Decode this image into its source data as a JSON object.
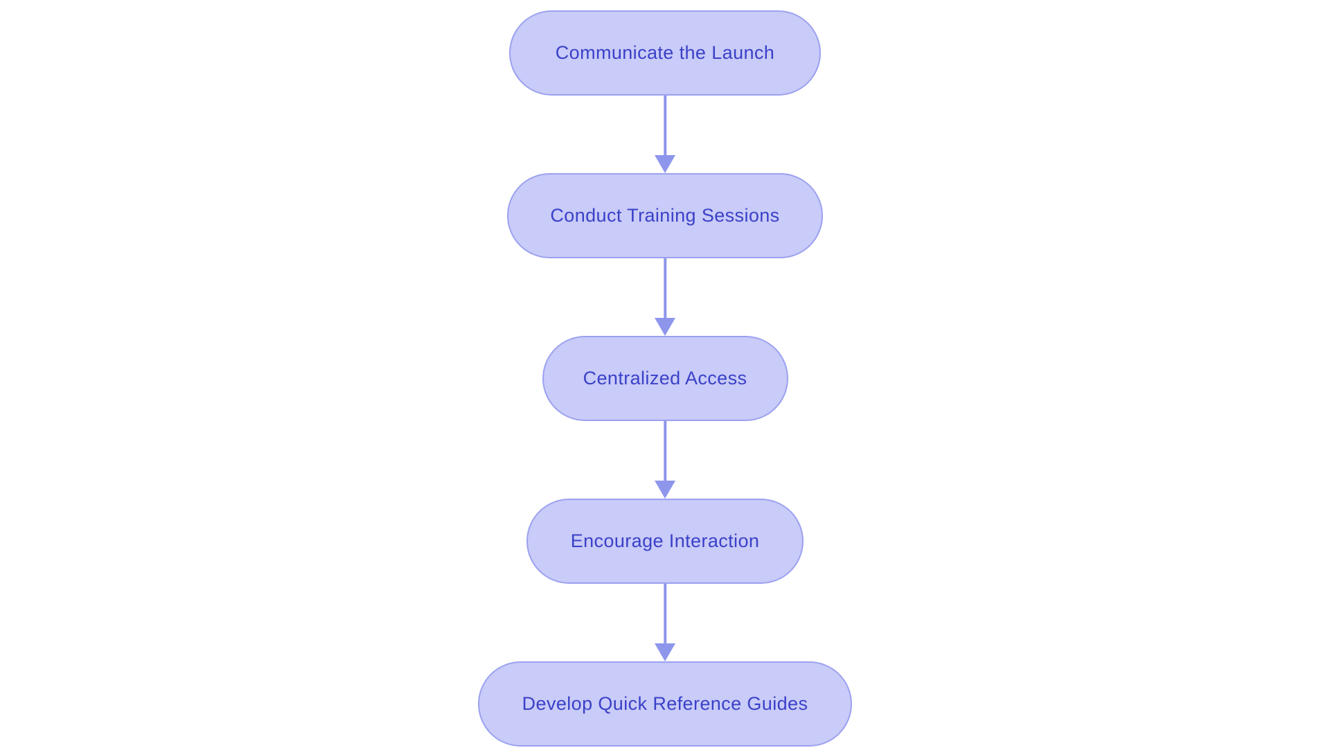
{
  "diagram": {
    "type": "flowchart",
    "direction": "top-down",
    "nodes": [
      {
        "label": "Communicate the Launch"
      },
      {
        "label": "Conduct Training Sessions"
      },
      {
        "label": "Centralized Access"
      },
      {
        "label": "Encourage Interaction"
      },
      {
        "label": "Develop Quick Reference Guides"
      }
    ],
    "edges": [
      {
        "from": "Communicate the Launch",
        "to": "Conduct Training Sessions"
      },
      {
        "from": "Conduct Training Sessions",
        "to": "Centralized Access"
      },
      {
        "from": "Centralized Access",
        "to": "Encourage Interaction"
      },
      {
        "from": "Encourage Interaction",
        "to": "Develop Quick Reference Guides"
      }
    ],
    "colors": {
      "background": "#ffffff",
      "node_fill": "#c9cbf8",
      "node_border": "#9ba1ef",
      "node_text": "#3a41c8",
      "arrow": "#8e96ec"
    }
  }
}
